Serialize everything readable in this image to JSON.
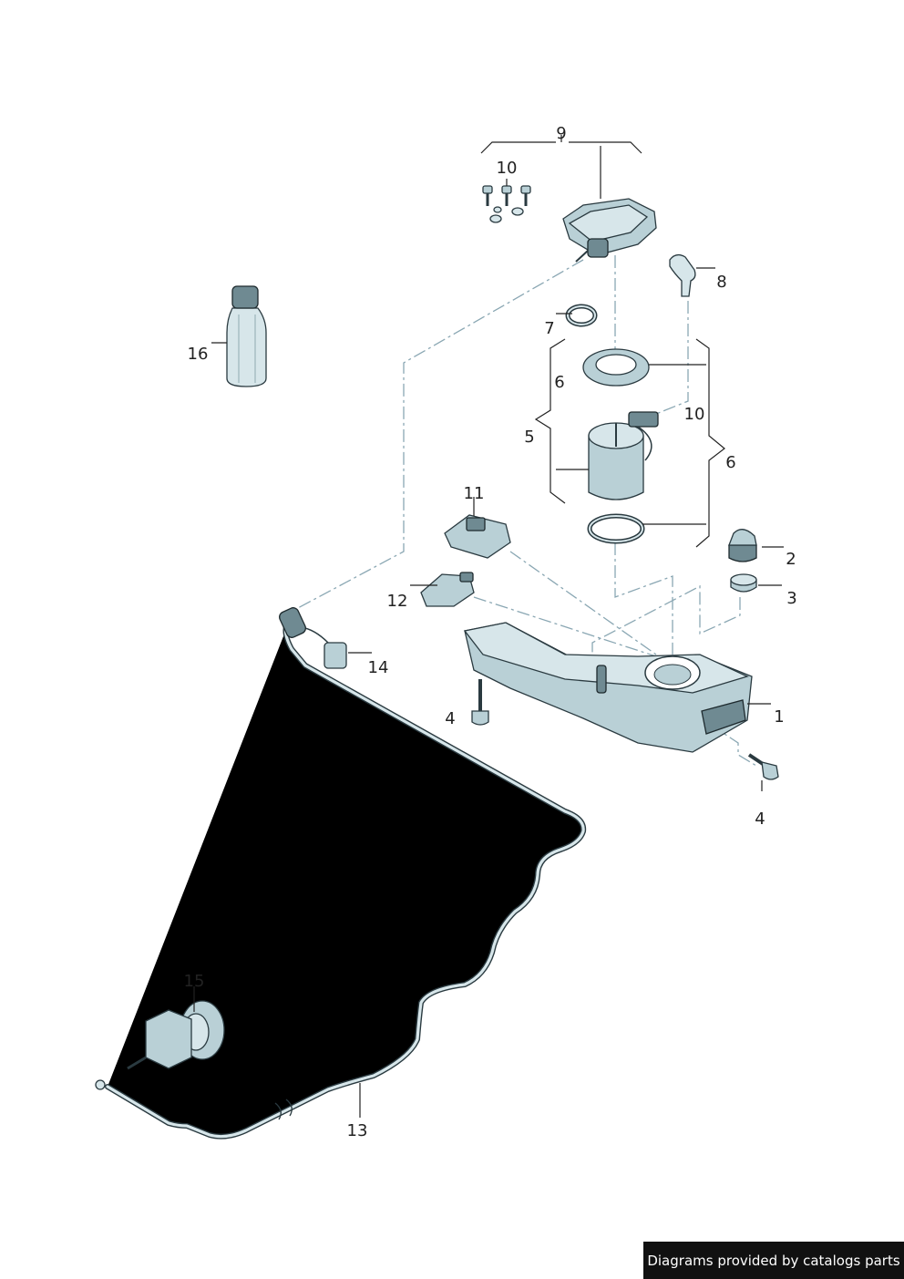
{
  "labels": {
    "l1": "1",
    "l2": "2",
    "l3": "3",
    "l4a": "4",
    "l4b": "4",
    "l5": "5",
    "l6a": "6",
    "l6b": "6",
    "l7": "7",
    "l8": "8",
    "l9": "9",
    "l10a": "10",
    "l10b": "10",
    "l11": "11",
    "l12": "12",
    "l13": "13",
    "l14": "14",
    "l15": "15",
    "l16": "16"
  },
  "footer": {
    "credit": "Diagrams provided by catalogs parts"
  },
  "colors": {
    "part_fill": "#d7e6ea",
    "part_shade": "#b9d0d6",
    "outline": "#2a3a40",
    "dash": "#8aa7b3",
    "credit_bg": "#111111"
  }
}
